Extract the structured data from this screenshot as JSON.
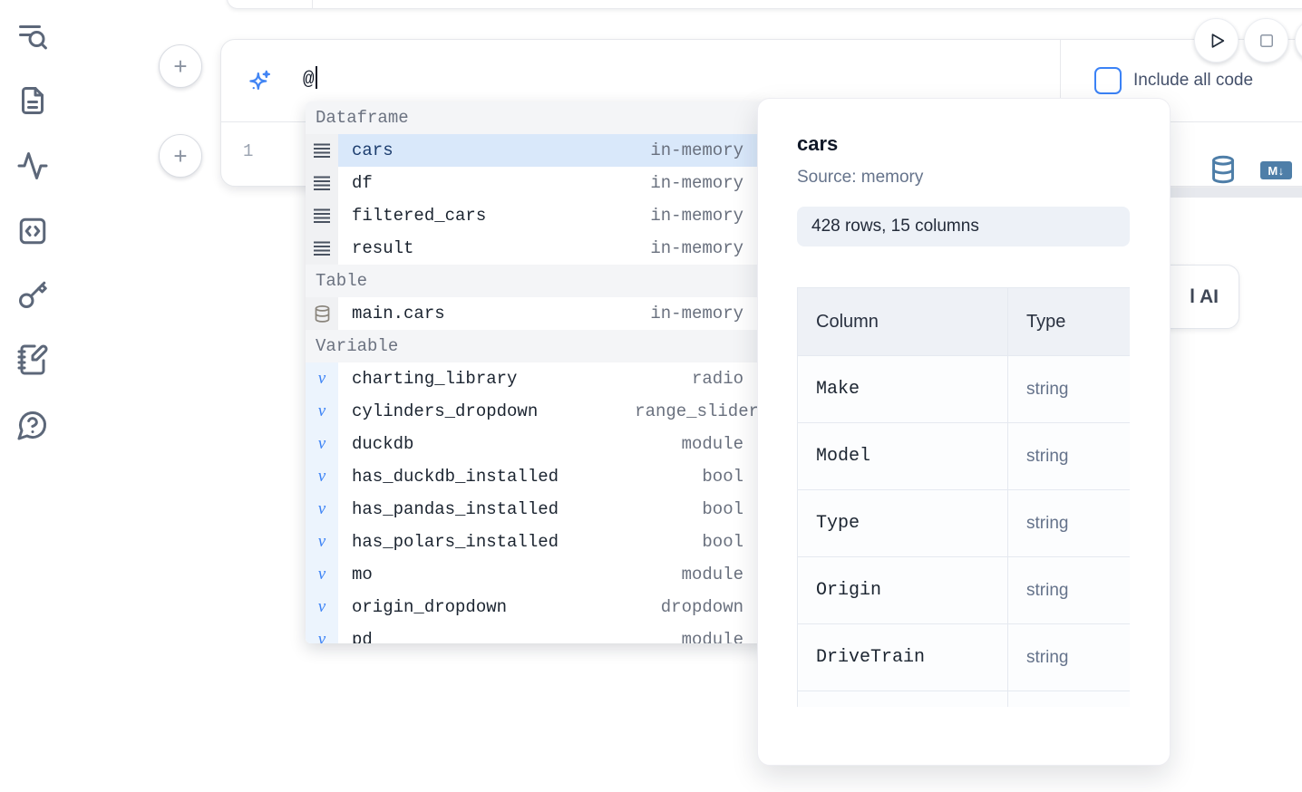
{
  "colors": {
    "accent": "#3b82f6",
    "steel_blue": "#4e7ea8",
    "selection_bg": "#d9e8fa"
  },
  "sidebar": {
    "icons": [
      "list-search",
      "document",
      "activity",
      "code-block",
      "key",
      "scratchpad",
      "help-chat"
    ]
  },
  "run_controls": {
    "play_icon": "play",
    "stop_icon": "stop"
  },
  "prompt": {
    "value": "@",
    "sparkle_icon": "sparkles"
  },
  "cell_toolbar": {
    "include_all_code_label": "Include all code",
    "checkbox_checked": false
  },
  "editor": {
    "line_number": "1",
    "markdown_badge": "M↓",
    "database_icon": "database"
  },
  "ai_button": {
    "partial_label": "l AI"
  },
  "completion": {
    "rows": [
      {
        "kind": "header",
        "name": "Dataframe"
      },
      {
        "kind": "item",
        "icon": "dataframe",
        "name": "cars",
        "type": "in-memory",
        "selected": true
      },
      {
        "kind": "item",
        "icon": "dataframe",
        "name": "df",
        "type": "in-memory"
      },
      {
        "kind": "item",
        "icon": "dataframe",
        "name": "filtered_cars",
        "type": "in-memory"
      },
      {
        "kind": "item",
        "icon": "dataframe",
        "name": "result",
        "type": "in-memory"
      },
      {
        "kind": "header",
        "name": "Table"
      },
      {
        "kind": "item",
        "icon": "table-db",
        "name": "main.cars",
        "type": "in-memory"
      },
      {
        "kind": "header",
        "name": "Variable"
      },
      {
        "kind": "item",
        "icon": "variable",
        "name": "charting_library",
        "type": "radio"
      },
      {
        "kind": "item",
        "icon": "variable",
        "name": "cylinders_dropdown",
        "type": "range_slider"
      },
      {
        "kind": "item",
        "icon": "variable",
        "name": "duckdb",
        "type": "module"
      },
      {
        "kind": "item",
        "icon": "variable",
        "name": "has_duckdb_installed",
        "type": "bool"
      },
      {
        "kind": "item",
        "icon": "variable",
        "name": "has_pandas_installed",
        "type": "bool"
      },
      {
        "kind": "item",
        "icon": "variable",
        "name": "has_polars_installed",
        "type": "bool"
      },
      {
        "kind": "item",
        "icon": "variable",
        "name": "mo",
        "type": "module"
      },
      {
        "kind": "item",
        "icon": "variable",
        "name": "origin_dropdown",
        "type": "dropdown"
      },
      {
        "kind": "item",
        "icon": "variable",
        "name": "pd",
        "type": "module"
      }
    ]
  },
  "preview_panel": {
    "title": "cars",
    "source": "Source: memory",
    "shape_badge": "428 rows, 15 columns",
    "table": {
      "headers": [
        "Column",
        "Type"
      ],
      "rows": [
        [
          "Make",
          "string"
        ],
        [
          "Model",
          "string"
        ],
        [
          "Type",
          "string"
        ],
        [
          "Origin",
          "string"
        ],
        [
          "DriveTrain",
          "string"
        ]
      ]
    }
  }
}
